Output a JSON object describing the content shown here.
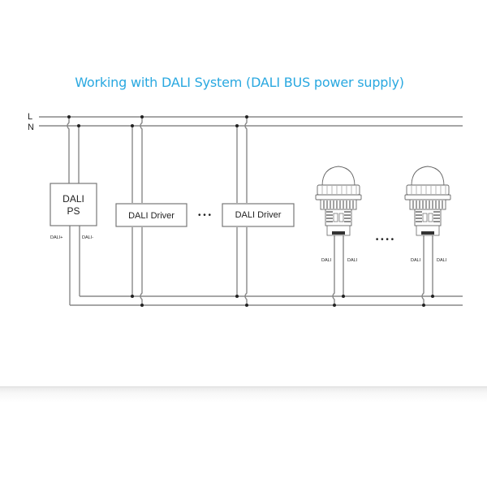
{
  "title": "Working with DALI System (DALI BUS power supply)",
  "colors": {
    "title": "#29a8e0",
    "wire": "#888888",
    "node": "#222222",
    "box_border": "#777777"
  },
  "diagram": {
    "lines": {
      "live": "L",
      "neutral": "N"
    },
    "power_supply": {
      "line1": "DALI",
      "line2": "PS",
      "terminal_plus": "DALI+",
      "terminal_minus": "DALI-"
    },
    "drivers": [
      {
        "label": "DALI Driver"
      },
      {
        "label": "DALI Driver"
      }
    ],
    "driver_ellipsis": "• • •",
    "sensors": [
      {
        "terminal_a": "DALI",
        "terminal_b": "DALI"
      },
      {
        "terminal_a": "DALI",
        "terminal_b": "DALI"
      }
    ],
    "sensor_ellipsis": "• • • •"
  }
}
